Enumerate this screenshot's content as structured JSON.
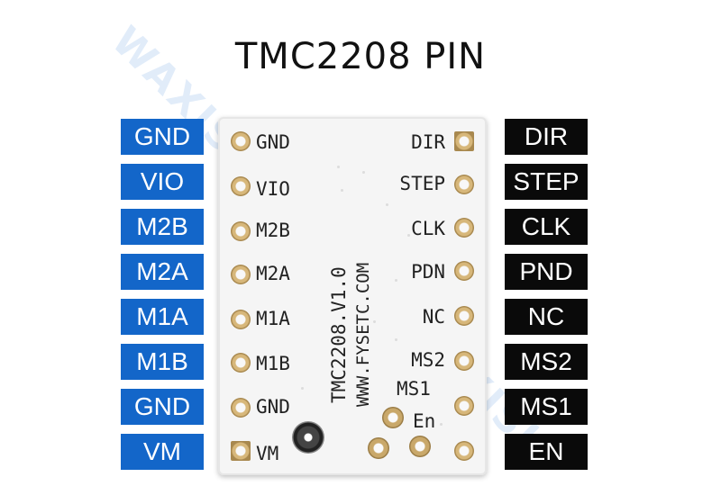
{
  "title": "TMC2208 PIN",
  "watermark": "WAXISIE",
  "left_pins": [
    "GND",
    "VIO",
    "M2B",
    "M2A",
    "M1A",
    "M1B",
    "GND",
    "VM"
  ],
  "right_pins": [
    "DIR",
    "STEP",
    "CLK",
    "PND",
    "NC",
    "MS2",
    "MS1",
    "EN"
  ],
  "board": {
    "left_silk": [
      "GND",
      "VIO",
      "M2B",
      "M2A",
      "M1A",
      "M1B",
      "GND",
      "VM"
    ],
    "right_silk": [
      "DIR",
      "STEP",
      "CLK",
      "PDN",
      "NC",
      "MS2",
      "MS1",
      "En"
    ],
    "model_text": "TMC2208.V1.0",
    "url_text": "WWW.FYSETC.COM"
  },
  "colors": {
    "left_label_bg": "#1366c9",
    "right_label_bg": "#0a0a0a",
    "board": "#f5f5f5",
    "pad_gold": "#d7b77a"
  }
}
